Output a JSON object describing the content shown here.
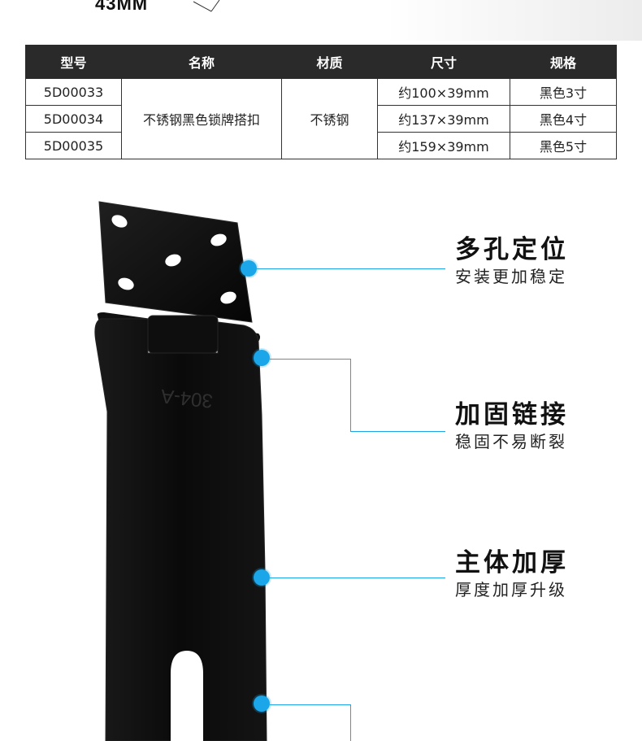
{
  "banner": {
    "dimension_text": "43MM"
  },
  "spec_table": {
    "headers": [
      "型号",
      "名称",
      "材质",
      "尺寸",
      "规格"
    ],
    "rows": [
      {
        "model": "5D00033",
        "size": "约100×39mm",
        "spec": "黑色3寸"
      },
      {
        "model": "5D00034",
        "size": "约137×39mm",
        "spec": "黑色4寸"
      },
      {
        "model": "5D00035",
        "size": "约159×39mm",
        "spec": "黑色5寸"
      }
    ],
    "name": "不锈钢黑色锁牌搭扣",
    "material": "不锈钢"
  },
  "product": {
    "stamp_text": "304-A"
  },
  "features": [
    {
      "title": "多孔定位",
      "subtitle": "安装更加稳定"
    },
    {
      "title": "加固链接",
      "subtitle": "稳固不易断裂"
    },
    {
      "title": "主体加厚",
      "subtitle": "厚度加厚升级"
    }
  ],
  "colors": {
    "accent": "#1aa6e8",
    "header_bg": "#2a2a2a",
    "product": "#0d0d0d"
  }
}
